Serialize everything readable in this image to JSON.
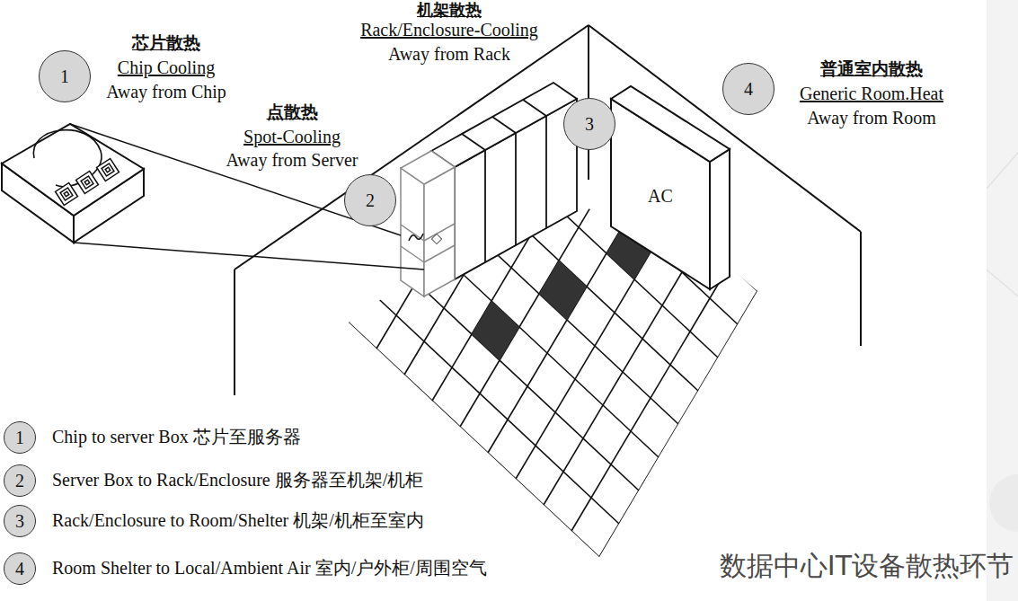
{
  "diagram": {
    "caption": "数据中心IT设备散热环节",
    "nodes": [
      {
        "text": [
          "1"
        ]
      },
      {
        "text": [
          "2"
        ]
      },
      {
        "text": [
          "3"
        ]
      },
      {
        "text": [
          "4"
        ]
      },
      {
        "text": [
          "AC"
        ]
      },
      {
        "text": [
          "1"
        ]
      },
      {
        "text": [
          "2"
        ]
      },
      {
        "text": [
          "3"
        ]
      },
      {
        "text": [
          "4"
        ]
      }
    ],
    "labels": [
      "芯片散热",
      "Chip Cooling",
      "Away from Chip",
      "点散热",
      "Spot-Cooling",
      "Away from Server",
      "机架散热",
      "Rack/Enclosure-Cooling",
      "Away from Rack",
      "普通室内散热",
      "Generic Room.Heat",
      "Away from Room",
      "Chip to server Box 芯片至服务器",
      "Server Box to Rack/Enclosure 服务器至机架/机柜",
      "Rack/Enclosure to Room/Shelter 机架/机柜至室内",
      "Room Shelter to Local/Ambient Air 室内/户外柜/周围空气"
    ]
  }
}
